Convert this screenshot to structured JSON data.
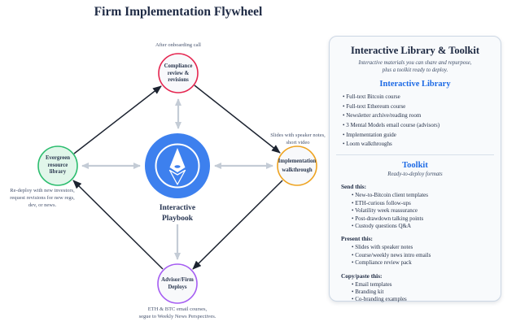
{
  "title": "Firm Implementation Flywheel",
  "colors": {
    "center_blue": "#3d80ee",
    "compliance_red": "#e5254f",
    "implementation_orange": "#eea320",
    "deploys_purple": "#a55df2",
    "evergreen_green": "#2bbd6e",
    "heading_blue": "#1d6ae5",
    "gray_arrow": "#c4ccd6",
    "black_arrow": "#1c2330"
  },
  "flywheel": {
    "center": {
      "label": "Interactive\nPlaybook"
    },
    "top": {
      "label": "Compliance\nreview &\nrevisions",
      "caption": "After onboarding call"
    },
    "right": {
      "label": "Implementation\nwalkthrough",
      "caption": "Slides with speaker notes,\nshort video"
    },
    "bottom": {
      "label": "Advisor/Firm\nDeploys",
      "caption": "ETH & BTC email courses,\nsegue to Weekly News Perspectives."
    },
    "left": {
      "label": "Evergreen\nresource\nlibrary",
      "caption": "Re-deploy with new investors,\nrequest revisions for new regs,\ndev, or news."
    }
  },
  "panel": {
    "title": "Interactive Library & Toolkit",
    "subtitle": "Interactive materials you can share and repurpose,\nplus a toolkit ready to deploy.",
    "library": {
      "heading": "Interactive Library",
      "items": [
        "Full-text Bitcoin course",
        "Full-text Ethereum course",
        "Newsletter archive/reading room",
        "3 Mental Models email course (advisors)",
        "Implementation guide",
        "Loom walkthroughs"
      ]
    },
    "toolkit": {
      "heading": "Toolkit",
      "subheading": "Ready-to-deploy formats",
      "groups": [
        {
          "label": "Send this:",
          "items": [
            "New-to-Bitcoin client templates",
            "ETH-curious follow-ups",
            "Volatility week reassurance",
            "Post-drawdown talking points",
            "Custody questions Q&A"
          ]
        },
        {
          "label": "Present this:",
          "items": [
            "Slides with speaker notes",
            "Course/weekly news intro emails",
            "Compliance review pack"
          ]
        },
        {
          "label": "Copy/paste this:",
          "items": [
            "Email templates",
            "Branding kit",
            "Co-branding examples"
          ]
        }
      ]
    }
  }
}
